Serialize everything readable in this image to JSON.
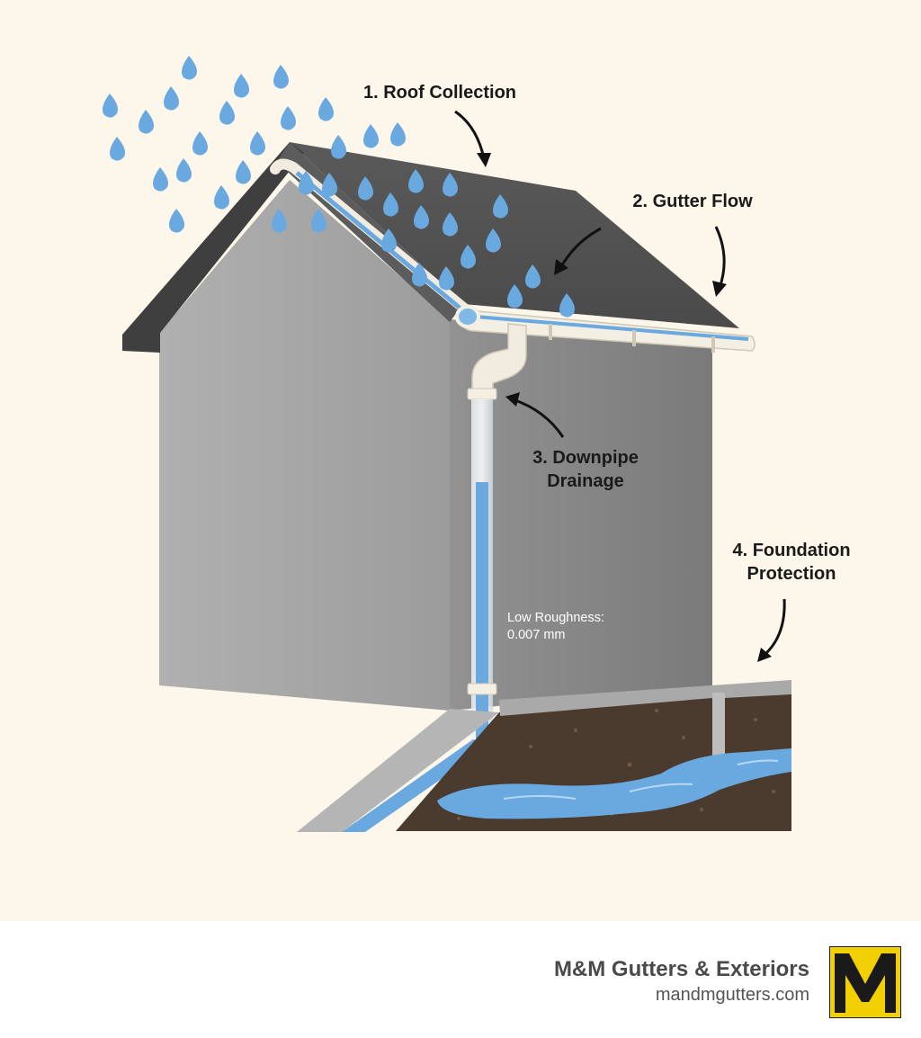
{
  "labels": {
    "roof": "1. Roof Collection",
    "gutter": "2. Gutter Flow",
    "downpipe_line1": "3. Downpipe",
    "downpipe_line2": "Drainage",
    "foundation_line1": "4. Foundation",
    "foundation_line2": "Protection"
  },
  "roughness": {
    "line1": "Low Roughness:",
    "line2": "0.007 mm"
  },
  "brand": {
    "name": "M&M Gutters & Exteriors",
    "url": "mandmgutters.com",
    "logo_letter": "M"
  },
  "colors": {
    "background": "#fcf7ea",
    "roof": "#555555",
    "wall_front": "#a7a7a7",
    "wall_side": "#8a8a8a",
    "water": "#6aa9e0",
    "gutter": "#f3efe3",
    "soil": "#4b3b2f",
    "logo": "#f2cf00"
  },
  "icons": [
    "raindrop-icon",
    "arrow-icon",
    "m-logo-icon"
  ]
}
